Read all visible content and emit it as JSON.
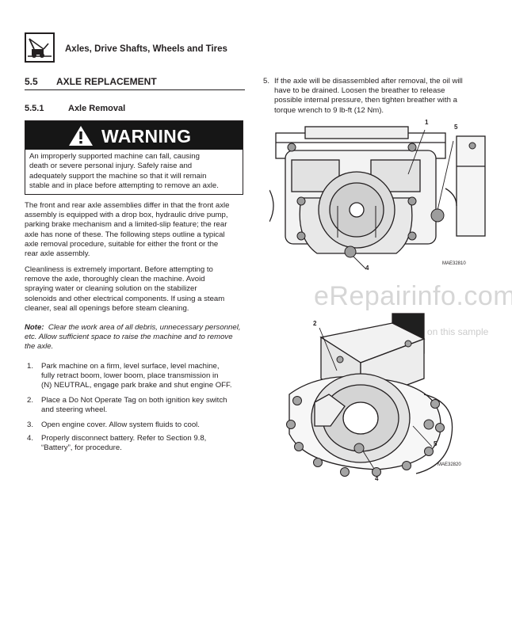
{
  "header": {
    "icon": "lift-cart-icon",
    "title": "Axles, Drive Shafts, Wheels and Tires"
  },
  "section": {
    "number": "5.5",
    "title": "AXLE REPLACEMENT"
  },
  "subsection": {
    "number": "5.5.1",
    "title": "Axle Removal"
  },
  "warning": {
    "label": "WARNING",
    "icon": "warning-triangle-icon",
    "lines": [
      "An improperly supported machine can fall, causing",
      "death or severe personal injury. Safely raise and",
      "adequately support the machine so that it will remain",
      "stable and in place before attempting to remove an axle."
    ]
  },
  "body": {
    "paragraph1": [
      "The front and rear axle assemblies differ in that the front axle",
      "assembly is equipped with a drop box, hydraulic drive pump,",
      "parking brake mechanism and a limited-slip feature; the rear",
      "axle has none of these. The following steps outline a typical",
      "axle removal procedure, suitable for either the front or the",
      "rear axle assembly."
    ],
    "paragraph2": [
      "Cleanliness is extremely important. Before attempting to",
      "remove the axle, thoroughly clean the machine. Avoid",
      "spraying water or cleaning solution on the stabilizer",
      "solenoids and other electrical components. If using a steam",
      "cleaner, seal all openings before steam cleaning."
    ],
    "note": {
      "label": "Note:",
      "lines": [
        "Clear the work area of all debris, unnecessary personnel,",
        "etc. Allow sufficient space to raise the machine and to remove",
        "the axle."
      ]
    }
  },
  "steps": [
    {
      "num": "1.",
      "lines": [
        "Park machine on a firm, level surface, level machine,",
        "fully retract boom, lower boom, place transmission in",
        "(N) NEUTRAL, engage park brake and shut engine OFF."
      ]
    },
    {
      "num": "2.",
      "lines": [
        "Place a Do Not Operate Tag on both ignition key switch",
        "and steering wheel."
      ]
    },
    {
      "num": "3.",
      "lines": [
        "Open engine cover. Allow system fluids to cool."
      ]
    },
    {
      "num": "4.",
      "lines": [
        "Properly disconnect battery. Refer to Section 9.8,",
        "“Battery”, for procedure."
      ]
    },
    {
      "num": "5.",
      "lines": [
        "If the axle will be disassembled after removal, the oil will",
        "have to be drained. Loosen the breather to release",
        "possible internal pressure, then tighten breather with a",
        "torque wrench to 9 lb-ft (12 Nm)."
      ]
    }
  ],
  "figure1": {
    "code": "MAE32810",
    "callouts": {
      "c1": "1",
      "c5": "5",
      "c4": "4"
    }
  },
  "figure2": {
    "code": "MAE32820",
    "callouts": {
      "c2": "2",
      "c5": "5",
      "c4": "4"
    }
  },
  "watermark": {
    "main": "eRepairinfo.com",
    "sub": "Watermark only on this sample"
  }
}
